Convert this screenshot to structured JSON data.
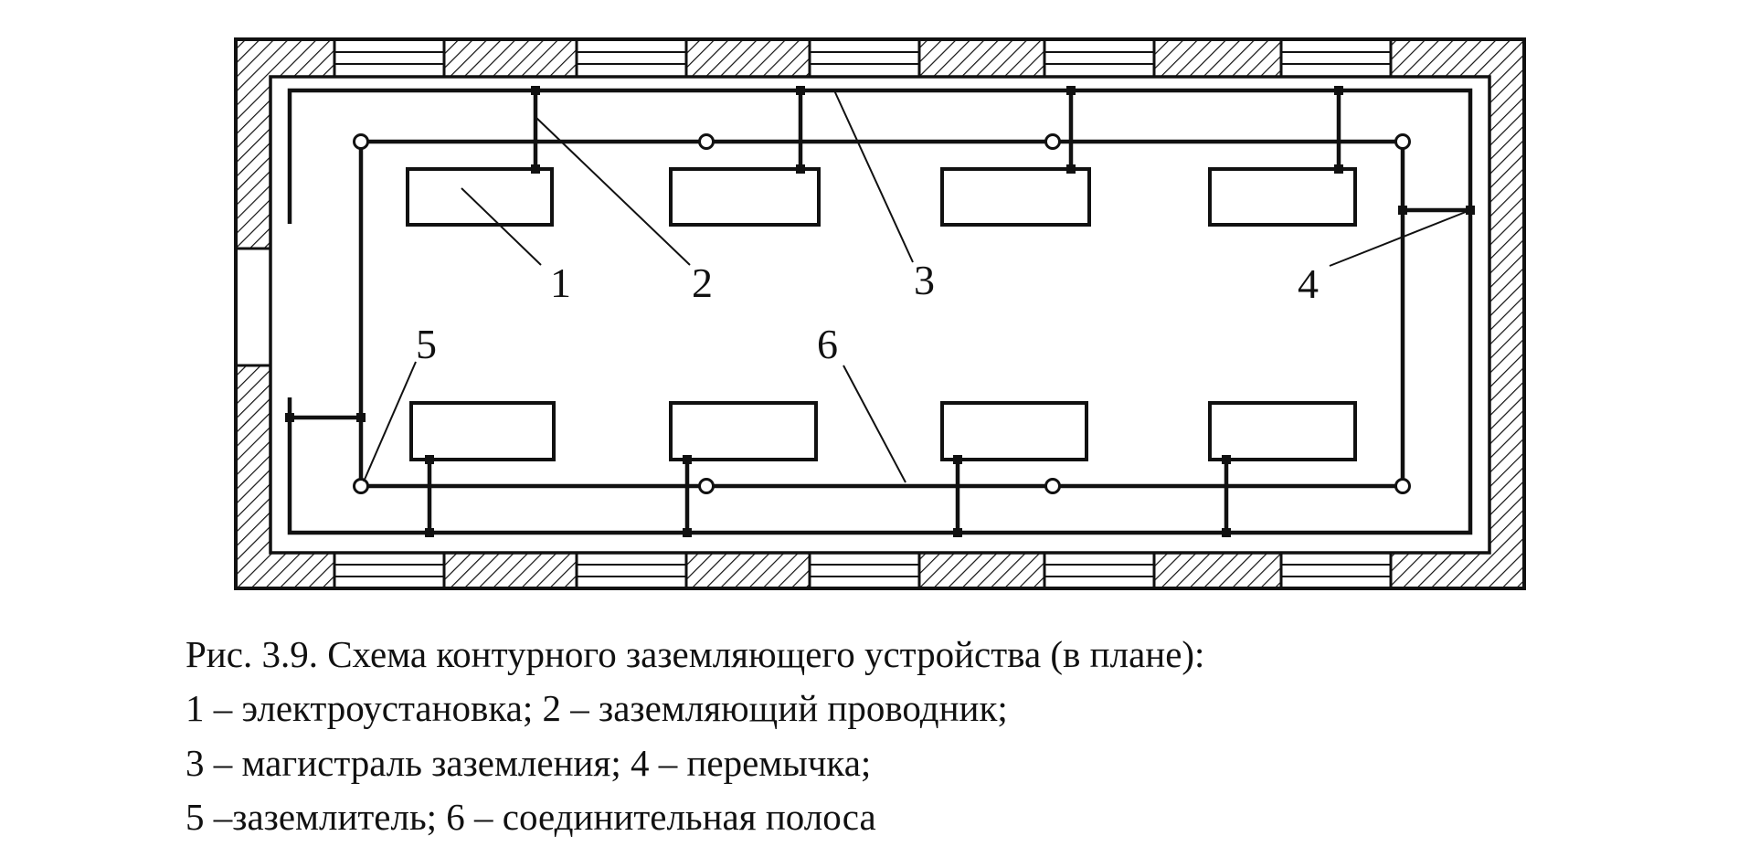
{
  "diagram": {
    "labels": {
      "n1": "1",
      "n2": "2",
      "n3": "3",
      "n4": "4",
      "n5": "5",
      "n6": "6"
    }
  },
  "caption": {
    "line1": "Рис. 3.9. Схема контурного заземляющего устройства (в плане):",
    "line2": "1 – электроустановка; 2 – заземляющий проводник;",
    "line3": "3 – магистраль заземления; 4 – перемычка;",
    "line4": "5 –заземлитель; 6 – соединительная полоса"
  }
}
